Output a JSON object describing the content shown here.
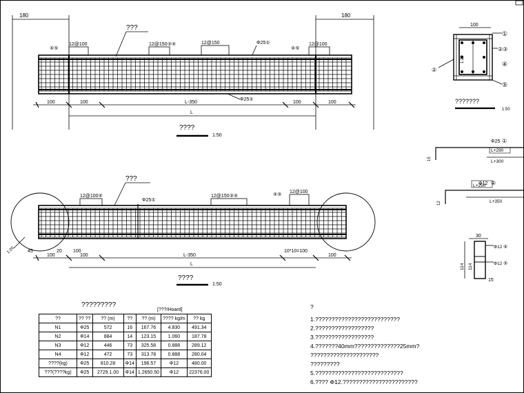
{
  "top_view": {
    "title": "????",
    "scale": "1:50",
    "callout": "???",
    "dim_left": "180",
    "dim_right": "180",
    "labels": [
      "④⑤",
      "12@100",
      "12@150③④",
      "12@150",
      "Φ25①",
      "④⑤",
      "12@100",
      "Φ25①"
    ],
    "dims_bottom": [
      "100",
      "100",
      "L-350",
      "100",
      "100"
    ],
    "dim_total": "L"
  },
  "bottom_view": {
    "title": "????",
    "scale": "1:50",
    "callout": "???",
    "labels": [
      "12@100④",
      "Φ25①",
      "12@150③④",
      "④⑤",
      "12@100"
    ],
    "dims_small": [
      "45",
      "20",
      "100"
    ],
    "dims_bottom": [
      "100",
      "100",
      "L-350",
      "10*10=100",
      "100"
    ],
    "dim_total": "L",
    "circle_label": "1:20"
  },
  "section": {
    "title": "???????",
    "scale": "1:50",
    "dim_top": "100",
    "dim_side": "1:20",
    "labels": [
      "①",
      "②③",
      "④",
      "⑤"
    ]
  },
  "bars": {
    "bar1": {
      "label": "Φ25",
      "num": "①",
      "dim1": "L+290",
      "dim2": "L+300",
      "side": "15"
    },
    "bar2": {
      "label": "Φ12",
      "num": "②",
      "dim1": "L+250",
      "dim2": "L+350",
      "side": "12"
    }
  },
  "stirrup": {
    "top": "30",
    "h1": "114",
    "h2": "114",
    "w": "15",
    "labels": [
      "Φ12",
      "④",
      "Φ12",
      "⑤"
    ]
  },
  "material_table": {
    "title": "?????????",
    "unit": "[???/Hoard]",
    "headers": [
      "??",
      "??\n??",
      "??\n(m)",
      "??",
      "??\n(m)",
      "????\nkg/m",
      "??\nkg"
    ],
    "rows": [
      [
        "N1",
        "Φ25",
        "572",
        "16",
        "167.76",
        "4.830",
        "491.34"
      ],
      [
        "N2",
        "Φ14",
        "884",
        "14",
        "123.15",
        "1.060",
        "187.78"
      ],
      [
        "N3",
        "Φ12",
        "446",
        "73",
        "325.58",
        "0.888",
        "289.12"
      ],
      [
        "N4",
        "Φ12",
        "472",
        "73",
        "313.78",
        "0.888",
        "280.04"
      ],
      [
        "????(kg)",
        "Φ25",
        "810.28",
        "Φ14",
        "196.57",
        "Φ12",
        "480.00"
      ],
      [
        "???(????kg)",
        "Φ25",
        "2729.1.00",
        "Φ14",
        "1.2650.50",
        "Φ12",
        "22376.00"
      ]
    ]
  },
  "notes": {
    "head": "?",
    "lines": [
      "1.??????????????????????????",
      "2.??????????????????",
      "3.??????????????????",
      "4.???????40mm??????????????25mm?",
      "   ?????????????????????",
      "   ?????????",
      "5.???????????????????????????",
      "6.???? Φ12.???????????????????????"
    ]
  }
}
